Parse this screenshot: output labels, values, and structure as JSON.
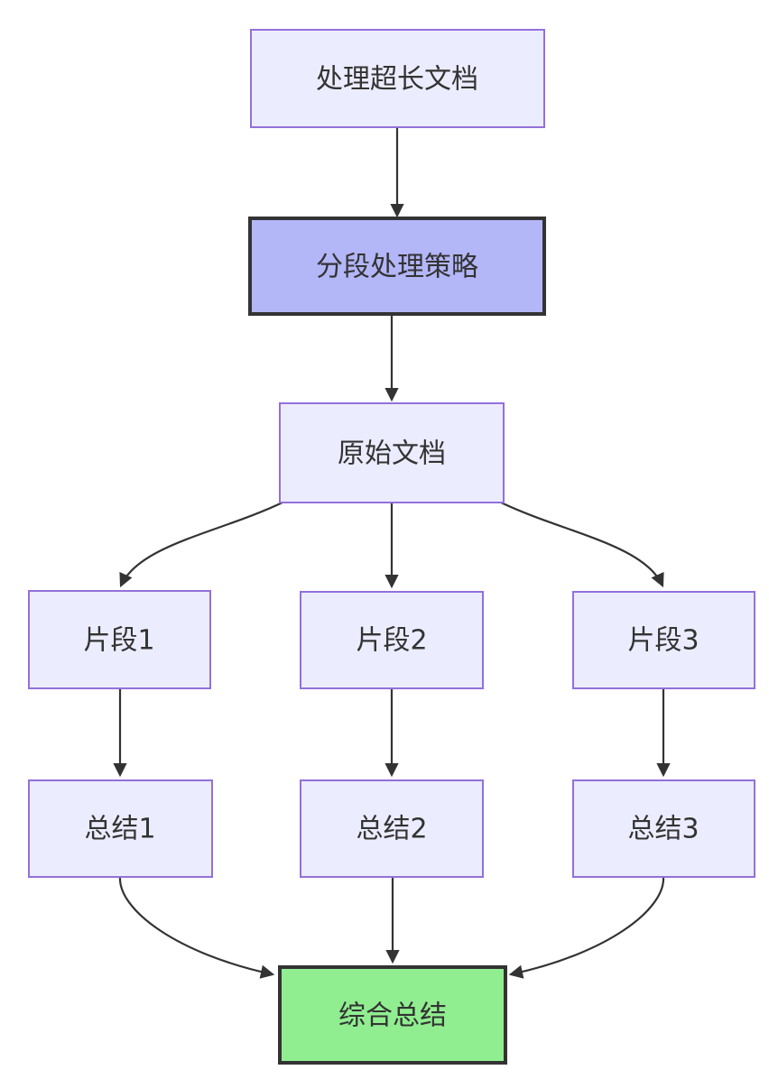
{
  "diagram": {
    "type": "flowchart",
    "direction": "top-down",
    "nodes": [
      {
        "id": "task",
        "label": "处理超长文档",
        "style": "light"
      },
      {
        "id": "strategy",
        "label": "分段处理策略",
        "style": "highlight"
      },
      {
        "id": "source",
        "label": "原始文档",
        "style": "light"
      },
      {
        "id": "chunk1",
        "label": "片段1",
        "style": "light"
      },
      {
        "id": "chunk2",
        "label": "片段2",
        "style": "light"
      },
      {
        "id": "chunk3",
        "label": "片段3",
        "style": "light"
      },
      {
        "id": "summary1",
        "label": "总结1",
        "style": "light"
      },
      {
        "id": "summary2",
        "label": "总结2",
        "style": "light"
      },
      {
        "id": "summary3",
        "label": "总结3",
        "style": "light"
      },
      {
        "id": "final",
        "label": "综合总结",
        "style": "final"
      }
    ],
    "edges": [
      {
        "from": "task",
        "to": "strategy"
      },
      {
        "from": "strategy",
        "to": "source"
      },
      {
        "from": "source",
        "to": "chunk1"
      },
      {
        "from": "source",
        "to": "chunk2"
      },
      {
        "from": "source",
        "to": "chunk3"
      },
      {
        "from": "chunk1",
        "to": "summary1"
      },
      {
        "from": "chunk2",
        "to": "summary2"
      },
      {
        "from": "chunk3",
        "to": "summary3"
      },
      {
        "from": "summary1",
        "to": "final"
      },
      {
        "from": "summary2",
        "to": "final"
      },
      {
        "from": "summary3",
        "to": "final"
      }
    ],
    "colors": {
      "node_fill": "#ECECFF",
      "node_border": "#9370DB",
      "highlight_fill": "#B3B6F7",
      "highlight_border": "#333333",
      "final_fill": "#90EE90",
      "final_border": "#333333",
      "edge": "#333333",
      "text": "#333333",
      "background": "#FFFFFF"
    }
  }
}
